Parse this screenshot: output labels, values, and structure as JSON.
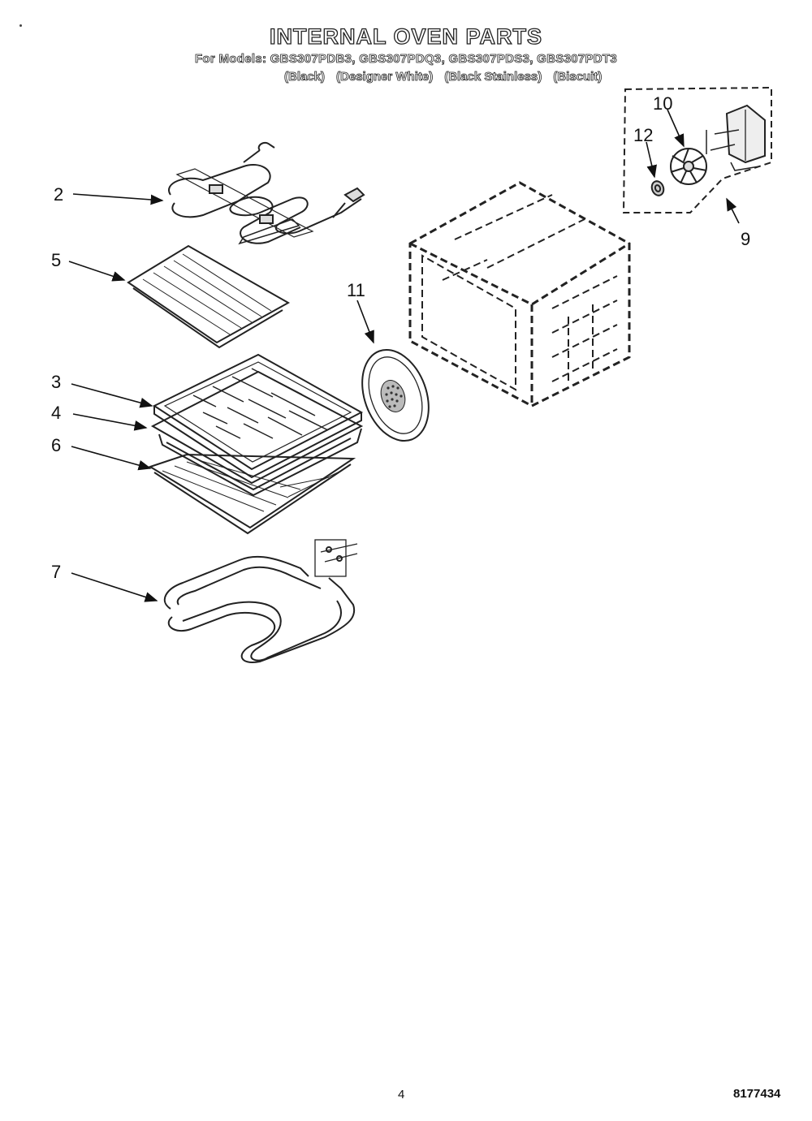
{
  "title": "INTERNAL OVEN PARTS",
  "models_line": "For Models: GBS307PDB3, GBS307PDQ3, GBS307PDS3, GBS307PDT3",
  "variants": [
    "(Black)",
    "(Designer White)",
    "(Black Stainless)",
    "(Biscuit)"
  ],
  "callouts": {
    "c2": "2",
    "c5": "5",
    "c3": "3",
    "c4": "4",
    "c6": "6",
    "c7": "7",
    "c11": "11",
    "c10": "10",
    "c12": "12",
    "c9": "9"
  },
  "page_number": "4",
  "doc_number": "8177434"
}
